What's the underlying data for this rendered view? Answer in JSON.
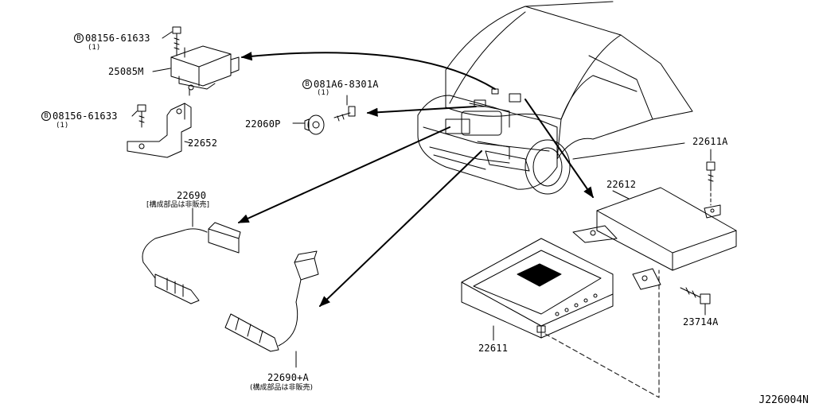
{
  "diagram_code": "J226004N",
  "bolt_symbol": "B",
  "parts": {
    "bolt_top": {
      "number": "08156-61633",
      "qty": "(1)"
    },
    "sensor_25085M": {
      "number": "25085M"
    },
    "bolt_lower": {
      "number": "08156-61633",
      "qty": "(1)"
    },
    "bracket_22652": {
      "number": "22652"
    },
    "bolt_081A6": {
      "number": "081A6-8301A",
      "qty": "(1)"
    },
    "sensor_22060P": {
      "number": "22060P"
    },
    "sensor_22690": {
      "number": "22690",
      "note": "[構成部品は非販売]"
    },
    "sensor_22690A": {
      "number": "22690+A",
      "note": "(構成部品は非販売)"
    },
    "bracket_22612": {
      "number": "22612"
    },
    "bolt_22611A": {
      "number": "22611A"
    },
    "ecm_22611": {
      "number": "22611"
    },
    "bolt_23714A": {
      "number": "23714A"
    }
  }
}
